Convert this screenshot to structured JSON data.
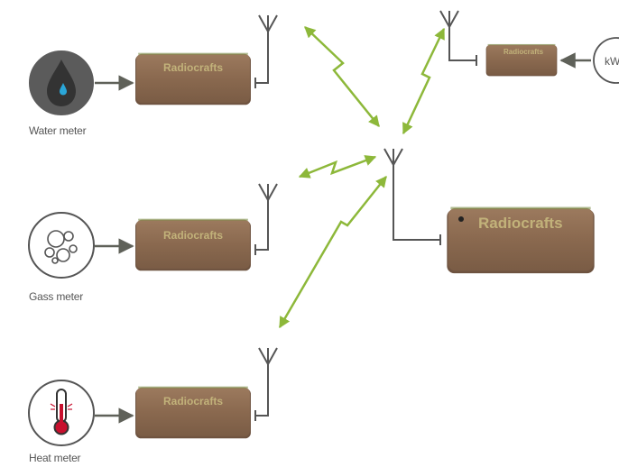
{
  "meters": {
    "water": {
      "label": "Water meter"
    },
    "gas": {
      "label": "Gass meter"
    },
    "heat": {
      "label": "Heat meter"
    },
    "electric": {
      "label": "kW"
    }
  },
  "module": {
    "brand": "Radiocrafts"
  },
  "icons": {
    "water": "water-drop-icon",
    "gas": "bubbles-icon",
    "heat": "thermometer-icon",
    "antenna": "antenna-icon",
    "link": "radio-link-icon"
  },
  "colors": {
    "module": "#8f6d52",
    "module_edge": "#6e5340",
    "brand_text": "#c2b27a",
    "circle_fill": "#5b5b5b",
    "connector": "#5f6159",
    "antenna": "#555555",
    "radio": "#8db83a",
    "drop": "#2aa6d8",
    "thermo": "#c8102e"
  }
}
